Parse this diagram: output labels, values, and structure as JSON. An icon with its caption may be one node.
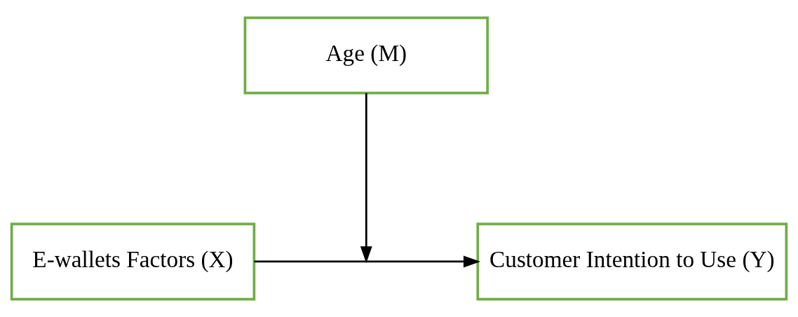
{
  "diagram": {
    "nodes": [
      {
        "text": [
          "E-wallets Factors (X)"
        ]
      },
      {
        "text": [
          "Customer Intention to Use (Y)"
        ]
      },
      {
        "text": [
          "Age (M)"
        ]
      }
    ],
    "edges": [
      {
        "from": 0,
        "to": 1,
        "arrow": "to"
      },
      {
        "from": 2,
        "to": null,
        "arrow": "to"
      }
    ]
  }
}
